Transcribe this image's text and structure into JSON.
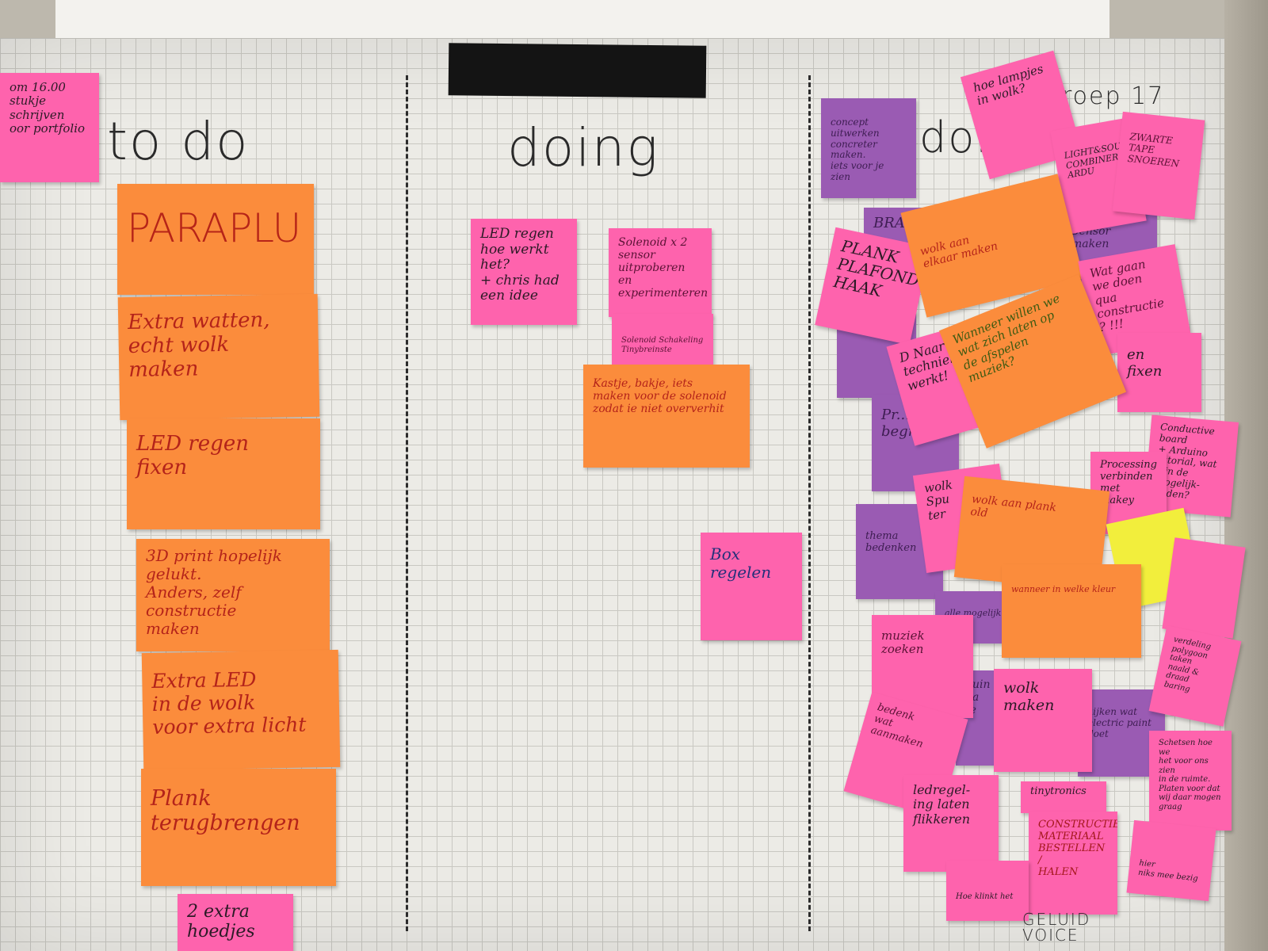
{
  "columns": {
    "todo": "to do",
    "doing": "doing",
    "done": "don"
  },
  "group_label": "roep 17",
  "notes": {
    "top_left": "om 16.00\nstukje schrijven\noor portfolio",
    "paraplu": "PARAPLU",
    "extra_watten": "Extra watten,\necht wolk\nmaken",
    "led_regen_fixen": "LED regen\nfixen",
    "print_3d": "3D print hopelijk\ngelukt.\nAnders, zelf\nconstructie\nmaken",
    "extra_led": "Extra LED\nin de wolk\nvoor extra licht",
    "plank_terug": "Plank\nterugbrengen",
    "extra_hoedjes": "2 extra\nhoedjes",
    "led_regen_doing": "LED regen\nhoe werkt\nhet?\n+ chris had\neen idee",
    "solenoid": "Solenoid x 2\nsensor\nuitproberen\nen experimenteren",
    "solenoid_sub": "Solenoid Schakeling\nTinybreinste",
    "kastje": "Kastje, bakje, iets\nmaken voor de solenoid\nzodat ie niet oververhit",
    "box_regelen": "Box\nregelen",
    "concept": "concept\nuitwerken\nconcreter\nmaken.\niets voor je zien",
    "lampjes": "hoe lampjes\nin wolk?",
    "light_sound": "LIGHT&SOUND\nCOMBINEREN\nARDU",
    "zwarte_tape": "ZWARTE TAPE\nSNOEREN",
    "brain": "BRAIN",
    "sensor_maken": "Sensor\nmaken",
    "plank_plafond": "PLANK\nPLAFOND\nHAAK",
    "wolk_elkaar": "wolk aan\nelkaar maken",
    "wat_gaan": "Wat gaan\nwe doen\nqua constructie\n?   !!!",
    "wanneer_muziek": "Wanneer willen we\nwat zich laten op\nde afspelen\nmuziek?",
    "techniek_werkt": "D Naar\ntechniek\nwerkt!",
    "fixen": "en\nfixen",
    "begrijpen": "Pr...\nbegrijpen",
    "conductive_board": "Conductive board\n+ Arduino\ntutorial, wat\nzijn de mogelijk-\nheden?",
    "processing": "Processing\nverbinden\nmet\nmakey",
    "wolk_spu": "wolk\nSpu\nter",
    "wolk_aan_plank": "wolk aan plank\nold",
    "thema_bedenken": "thema\nbedenken",
    "alle_mogelijk": "alle mogelijk",
    "wanneer_licht": "wanneer in welke kleur",
    "muziek_zoeken": "muziek\nzoeken",
    "verdeling": "verdeling\npolygoon\ntaken\nnaald & draad\nbaring",
    "arduino_part": "duin\npa\nte",
    "wolk_maken": "wolk\nmaken",
    "electric_paint": "kijken wat\nelectric paint\ndoet",
    "bedenk_wat": "bedenk\nwat\naanmaken",
    "schetsen": "Schetsen hoe we\nhet voor ons zien\nin de ruimte.\nPlaten voor dat\nwij daar mogen\ngraag",
    "ledregel": "ledregel-\ning laten\nflikkeren",
    "tinytronics": "tinytronics",
    "constructie": "CONSTRUCTIE\nMATERIAAL\nBESTELLEN /\nHALEN",
    "hoe_klinkt": "Hoe klinkt het",
    "bottom_small": "hier\nniks mee bezig",
    "geluid_voice": "GELUID\nVOICE"
  },
  "colors": {
    "orange_note": "#fb8c3c",
    "pink_note": "#fe63ad",
    "purple_note": "#9a5bb3",
    "yellow_note": "#f2ee3c",
    "marker": "#2a2a2a"
  }
}
